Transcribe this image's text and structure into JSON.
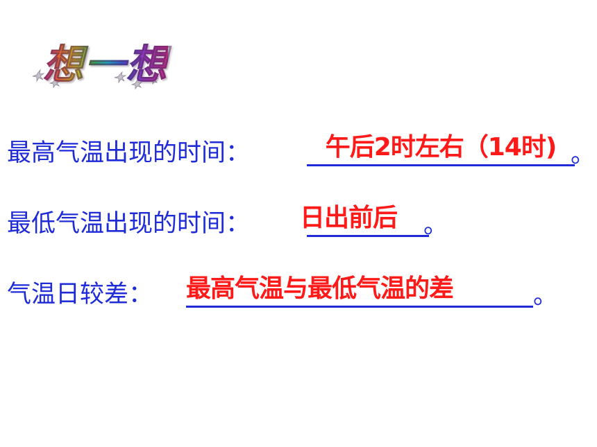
{
  "title": {
    "text": "想一想",
    "icon": "sparkle-stars-decoration"
  },
  "questions": [
    {
      "label": "最高气温出现的时间：",
      "answer": "午后2时左右（14时)",
      "period": "。"
    },
    {
      "label": "最低气温出现的时间：",
      "answer": "日出前后",
      "period": "。"
    },
    {
      "label": "气温日较差：",
      "answer": "最高气温与最低气温的差",
      "period": "。"
    }
  ],
  "colors": {
    "label": "#1f2bd6",
    "answer": "#ff1a1a",
    "background": "#ffffff"
  }
}
